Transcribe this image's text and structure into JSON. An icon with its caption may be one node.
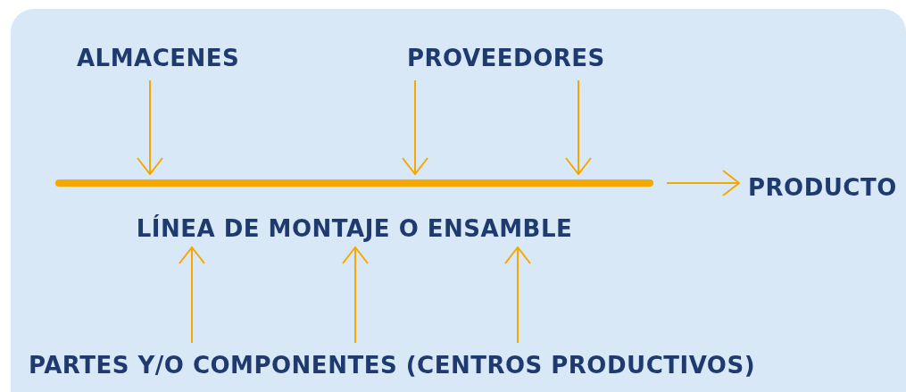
{
  "diagram": {
    "nodes": [
      {
        "text": [
          "ALMACENES"
        ]
      },
      {
        "text": [
          "PROVEEDORES"
        ]
      },
      {
        "text": [
          "LÍNEA DE MONTAJE O ENSAMBLE"
        ]
      },
      {
        "text": [
          "PRODUCTO"
        ]
      },
      {
        "text": [
          "PARTES Y/O COMPONENTES (CENTROS PRODUCTIVOS)"
        ]
      }
    ],
    "edges": [
      {
        "from": 0,
        "to": 2,
        "arrow": "to"
      },
      {
        "from": 1,
        "to": 2,
        "arrow": "to"
      },
      {
        "from": 1,
        "to": 2,
        "arrow": "to"
      },
      {
        "from": 2,
        "to": 3,
        "arrow": "to"
      },
      {
        "from": 4,
        "to": 2,
        "arrow": "to"
      },
      {
        "from": 4,
        "to": 2,
        "arrow": "to"
      },
      {
        "from": 4,
        "to": 2,
        "arrow": "to"
      }
    ]
  }
}
